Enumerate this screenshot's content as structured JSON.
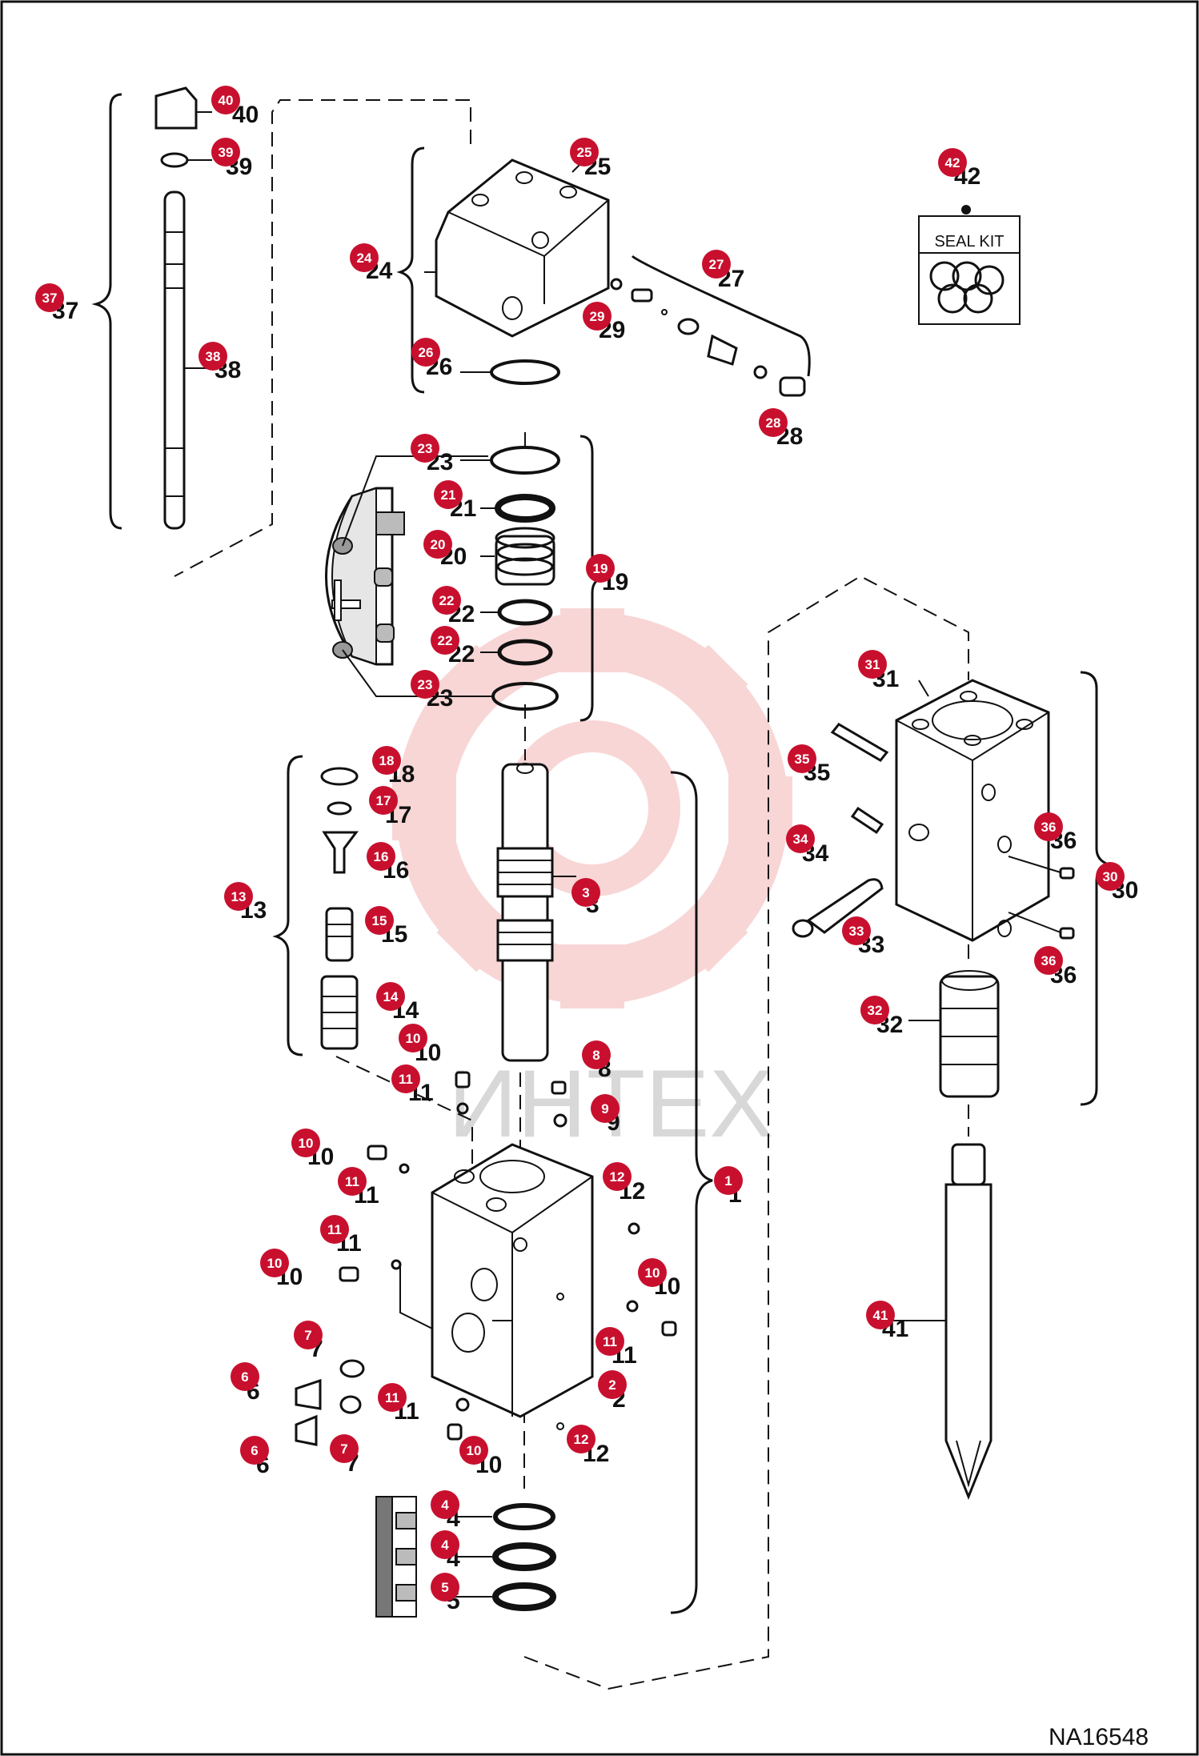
{
  "drawing_code": "NA16548",
  "watermark_text": "ИНТЕХ",
  "seal_kit_label": "SEAL KIT",
  "colors": {
    "callout": "#c8102e",
    "watermark": "#f3b5b5",
    "line": "#111111"
  },
  "callouts": [
    {
      "id": "40",
      "label": "40"
    },
    {
      "id": "39",
      "label": "39"
    },
    {
      "id": "37",
      "label": "37"
    },
    {
      "id": "38",
      "label": "38"
    },
    {
      "id": "25",
      "label": "25"
    },
    {
      "id": "24",
      "label": "24"
    },
    {
      "id": "27",
      "label": "27"
    },
    {
      "id": "29",
      "label": "29"
    },
    {
      "id": "26",
      "label": "26"
    },
    {
      "id": "28",
      "label": "28"
    },
    {
      "id": "42",
      "label": "42"
    },
    {
      "id": "23a",
      "label": "23"
    },
    {
      "id": "21",
      "label": "21"
    },
    {
      "id": "20",
      "label": "20"
    },
    {
      "id": "22a",
      "label": "22"
    },
    {
      "id": "22b",
      "label": "22"
    },
    {
      "id": "23b",
      "label": "23"
    },
    {
      "id": "19",
      "label": "19"
    },
    {
      "id": "31",
      "label": "31"
    },
    {
      "id": "35",
      "label": "35"
    },
    {
      "id": "34",
      "label": "34"
    },
    {
      "id": "36a",
      "label": "36"
    },
    {
      "id": "30",
      "label": "30"
    },
    {
      "id": "33",
      "label": "33"
    },
    {
      "id": "36b",
      "label": "36"
    },
    {
      "id": "32",
      "label": "32"
    },
    {
      "id": "18",
      "label": "18"
    },
    {
      "id": "17",
      "label": "17"
    },
    {
      "id": "16",
      "label": "16"
    },
    {
      "id": "13",
      "label": "13"
    },
    {
      "id": "15",
      "label": "15"
    },
    {
      "id": "14",
      "label": "14"
    },
    {
      "id": "3",
      "label": "3"
    },
    {
      "id": "10a",
      "label": "10"
    },
    {
      "id": "11a",
      "label": "11"
    },
    {
      "id": "8",
      "label": "8"
    },
    {
      "id": "9",
      "label": "9"
    },
    {
      "id": "10b",
      "label": "10"
    },
    {
      "id": "11b",
      "label": "11"
    },
    {
      "id": "12a",
      "label": "12"
    },
    {
      "id": "1",
      "label": "1"
    },
    {
      "id": "11c",
      "label": "11"
    },
    {
      "id": "10c",
      "label": "10"
    },
    {
      "id": "10d",
      "label": "10"
    },
    {
      "id": "7a",
      "label": "7"
    },
    {
      "id": "11d",
      "label": "11"
    },
    {
      "id": "6a",
      "label": "6"
    },
    {
      "id": "2",
      "label": "2"
    },
    {
      "id": "11e",
      "label": "11"
    },
    {
      "id": "6b",
      "label": "6"
    },
    {
      "id": "7b",
      "label": "7"
    },
    {
      "id": "10e",
      "label": "10"
    },
    {
      "id": "12b",
      "label": "12"
    },
    {
      "id": "41",
      "label": "41"
    },
    {
      "id": "4a",
      "label": "4"
    },
    {
      "id": "4b",
      "label": "4"
    },
    {
      "id": "5",
      "label": "5"
    }
  ]
}
